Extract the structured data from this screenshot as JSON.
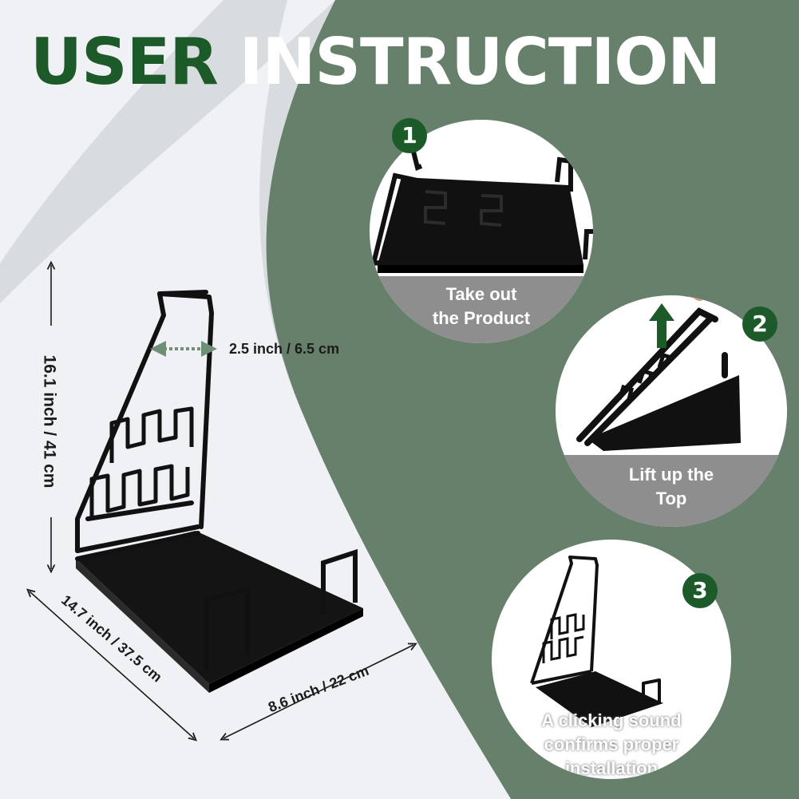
{
  "title": {
    "word1": "USER",
    "word2": "INSTRUCTION"
  },
  "colors": {
    "brand_green": "#1c5a2a",
    "background_green": "#66806b",
    "panel_white": "#f0f1f5",
    "caption_gray": "#8e8e8e"
  },
  "dimensions": {
    "height": "16.1 inch / 41 cm",
    "length": "14.7 inch / 37.5 cm",
    "width": "8.6 inch / 22 cm",
    "gap": "2.5 inch / 6.5 cm"
  },
  "steps": [
    {
      "number": "1",
      "line1": "Take out",
      "line2": "the Product"
    },
    {
      "number": "2",
      "line1": "Lift up the",
      "line2": "Top"
    },
    {
      "number": "3",
      "line1": "A clicking sound",
      "line2": "confirms proper",
      "line3": "installation"
    }
  ],
  "icons": {
    "arrow": "up-arrow-icon",
    "hand": "hand-icon",
    "dimension": "double-arrow-icon"
  }
}
